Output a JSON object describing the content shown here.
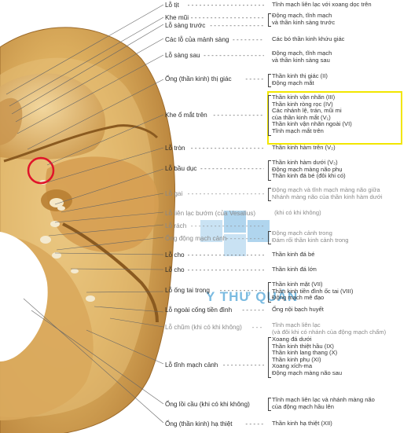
{
  "structures": [
    {
      "key": "lo_tit",
      "label": "Lỗ tịt",
      "dash": "- - - - - - - - - - - - - - - - - - - - - - - -",
      "contents": [
        "Tĩnh mạch liên lạc với xoang dọc trên"
      ]
    },
    {
      "key": "khe_mui",
      "label": "Khe mũi",
      "dash": "- - - - - - - - - - - - - - - - - - - - - -",
      "contents": []
    },
    {
      "key": "lo_sang_truoc",
      "label": "Lỗ sàng trước",
      "dash": "- - - - - - - - - - - - - - - - - -",
      "contents": [
        "Động mạch, tĩnh mạch",
        "và thần kinh sàng trước"
      ]
    },
    {
      "key": "cac_lo_manh_sang",
      "label": "Các lỗ của mảnh sàng",
      "dash": "- - - - - - - - - - - -",
      "contents": [
        "Các bó thần kinh khứu giác"
      ]
    },
    {
      "key": "lo_sang_sau",
      "label": "Lỗ sàng sau",
      "dash": "- - - - - - - - - - - - - - - - - - - -",
      "contents": [
        "Động mạch, tĩnh mạch",
        "và thần kinh sàng sau"
      ]
    },
    {
      "key": "ong_thi_giac",
      "label": "Ống (thần kinh) thị giác",
      "dash": "- - - - - - - -",
      "contents": [
        "Thần kinh thị giác (II)",
        "Động mạch mắt"
      ]
    },
    {
      "key": "khe_o_mat_tren",
      "label": "Khe ổ mắt trên",
      "dash": "- - - - - - - - - - - - - - - - - -",
      "contents": [
        "Thần kinh vận nhãn (III)",
        "Thần kinh ròng rọc (IV)",
        "Các nhánh lệ, trán, mũi mi",
        "của thần kinh mắt (V₁)",
        "Thần kinh vận nhãn ngoài (VI)",
        "Tĩnh mạch mắt trên"
      ]
    },
    {
      "key": "lo_tron",
      "label": "Lỗ tròn",
      "dash": "- - - - - - - - - - - - - - - - - - - - - - - - - -",
      "contents": [
        "Thần kinh hàm trên (V₂)"
      ]
    },
    {
      "key": "lo_bau_duc",
      "label": "Lỗ bầu dục",
      "dash": "- - - - - - - - - - - - - - - - - - - - - - -",
      "contents": [
        "Thần kinh hàm dưới (V₃)",
        "Động mạch màng não phụ",
        "Thần kinh đá bé (đôi khi có)"
      ]
    },
    {
      "key": "lo_gai",
      "label": "Lỗ gai",
      "dash": "- - - - - - - - - - - - - - - - - - - - - - - - - -",
      "contents": [
        "Động mạch và tĩnh mạch màng não giữa",
        "Nhánh màng não của thần kinh hàm dưới"
      ]
    },
    {
      "key": "lo_lien_lac_buom",
      "label": "Lỗ liên lạc bướm (của Vesalius)",
      "dash": "- -",
      "contents": [
        "(khi có khi không)"
      ]
    },
    {
      "key": "lo_rach",
      "label": "Lỗ rách",
      "dash": "- - - - - - - - - - - - - - - - - - - - - - - - - -",
      "contents": []
    },
    {
      "key": "ong_dong_mach_canh",
      "label": "Ống động mạch cảnh",
      "dash": "- - - - - - - - - - - - -",
      "contents": [
        "Động mạch cảnh trong",
        "Đám rối thần kinh cảnh trong"
      ]
    },
    {
      "key": "lo_cho_1",
      "label": "Lỗ cho",
      "dash": "- - - - - - - - - - - - - - - - - - - - - - - - - - -",
      "contents": [
        "Thần kinh đá bé"
      ]
    },
    {
      "key": "lo_cho_2",
      "label": "Lỗ cho",
      "dash": "- - - - - - - - - - - - - - - - - - - - - - - - - - -",
      "contents": [
        "Thần kinh đá lớn"
      ]
    },
    {
      "key": "lo_ong_tai_trong",
      "label": "Lỗ ống tai trong",
      "dash": "- - - - - - - - - - - - - - - - - -",
      "contents": [
        "Thần kinh mặt (VII)",
        "Thần kinh tiền đình ốc tai (VIII)",
        "Động mạch mê đạo"
      ]
    },
    {
      "key": "lo_ngoai_cong_tien_dinh",
      "label": "Lỗ ngoài cống tiền đình",
      "dash": "- - - - - - - - - - - -",
      "contents": [
        "Ống nội bạch huyết"
      ]
    },
    {
      "key": "lo_chum",
      "label": "Lỗ chũm (khi có khi không)",
      "dash": "- - - - - - -",
      "contents": [
        "Tĩnh mạch liên lạc",
        "(và đôi khi có nhánh của động mạch chẩm)"
      ]
    },
    {
      "key": "lo_tinh_mach_canh",
      "label": "Lỗ tĩnh mạch cảnh",
      "dash": "- - - - - - - - - - - - - - -",
      "contents": [
        "Xoang đá dưới",
        "Thần kinh thiệt hầu (IX)",
        "Thần kinh lang thang (X)",
        "Thần kinh phụ (XI)",
        "Xoang xích-ma",
        "Động mạch màng não sau"
      ]
    },
    {
      "key": "ong_loi_cau",
      "label": "Ống lồi cầu (khi có khi không)",
      "dash": "- -",
      "contents": [
        "Tĩnh mạch liên lạc và nhánh màng não",
        "của động mạch hầu lên"
      ]
    },
    {
      "key": "ong_ha_thiet",
      "label": "Ống (thần kinh) hạ thiệt",
      "dash": "- - - - - - - -",
      "contents": [
        "Thần kinh hạ thiệt (XII)"
      ]
    }
  ],
  "watermark": "Y THƯ QUÁN",
  "colors": {
    "bone": "#d9ac5c",
    "highlight": "#f2e600",
    "circle": "#e0142a",
    "watermark": "#4fa5d8"
  }
}
